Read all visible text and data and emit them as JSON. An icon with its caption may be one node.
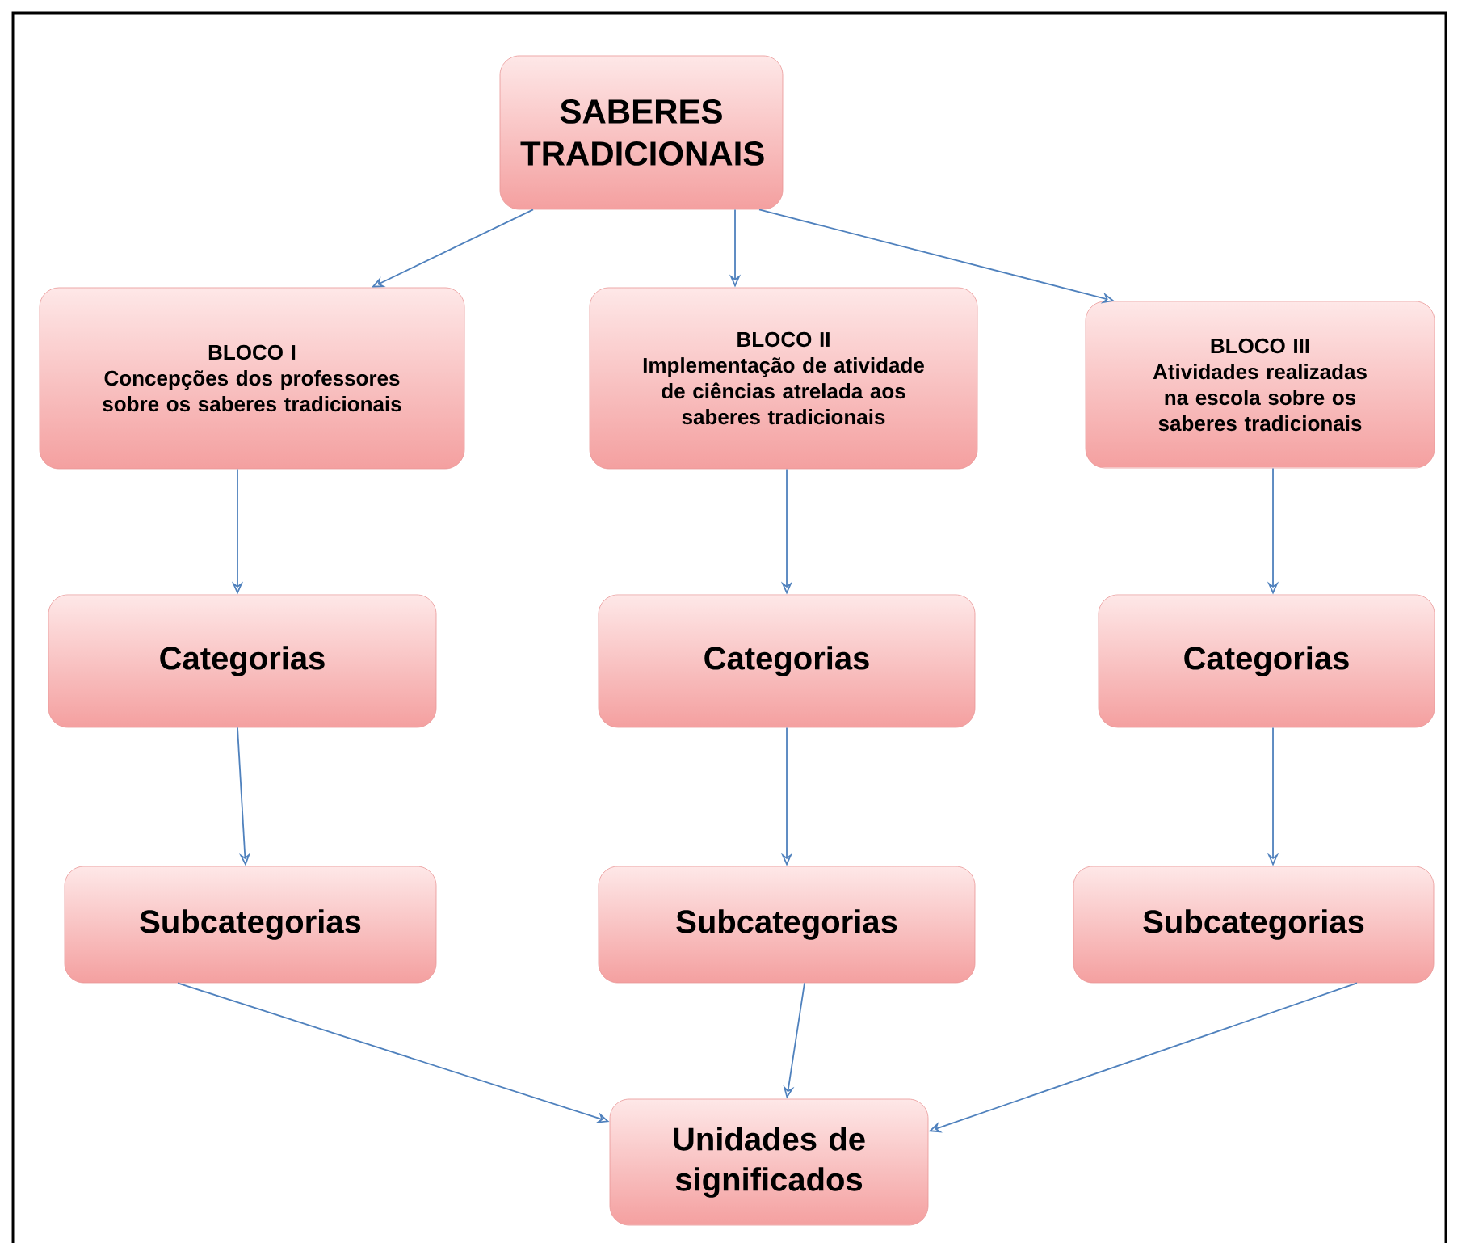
{
  "diagram": {
    "nodes": [
      {
        "text": [
          "SABERES TRADICIONAIS"
        ]
      },
      {
        "text": [
          "BLOCO I",
          "Concepções dos professores sobre os saberes tradicionais"
        ]
      },
      {
        "text": [
          "BLOCO II",
          "Implementação de atividade de ciências atrelada aos saberes tradicionais"
        ]
      },
      {
        "text": [
          "BLOCO III",
          "Atividades realizadas na escola sobre os saberes tradicionais"
        ]
      },
      {
        "text": [
          "Categorias"
        ]
      },
      {
        "text": [
          "Categorias"
        ]
      },
      {
        "text": [
          "Categorias"
        ]
      },
      {
        "text": [
          "Subcategorias"
        ]
      },
      {
        "text": [
          "Subcategorias"
        ]
      },
      {
        "text": [
          "Subcategorias"
        ]
      },
      {
        "text": [
          "Unidades de significados"
        ]
      }
    ],
    "edges": [
      {
        "from": 0,
        "to": 1,
        "arrow": "to"
      },
      {
        "from": 0,
        "to": 2,
        "arrow": "to"
      },
      {
        "from": 0,
        "to": 3,
        "arrow": "to"
      },
      {
        "from": 1,
        "to": 4,
        "arrow": "to"
      },
      {
        "from": 2,
        "to": 5,
        "arrow": "to"
      },
      {
        "from": 3,
        "to": 6,
        "arrow": "to"
      },
      {
        "from": 4,
        "to": 7,
        "arrow": "to"
      },
      {
        "from": 5,
        "to": 8,
        "arrow": "to"
      },
      {
        "from": 6,
        "to": 9,
        "arrow": "to"
      },
      {
        "from": 7,
        "to": 10,
        "arrow": "to"
      },
      {
        "from": 8,
        "to": 10,
        "arrow": "to"
      },
      {
        "from": 9,
        "to": 10,
        "arrow": "to"
      }
    ]
  }
}
